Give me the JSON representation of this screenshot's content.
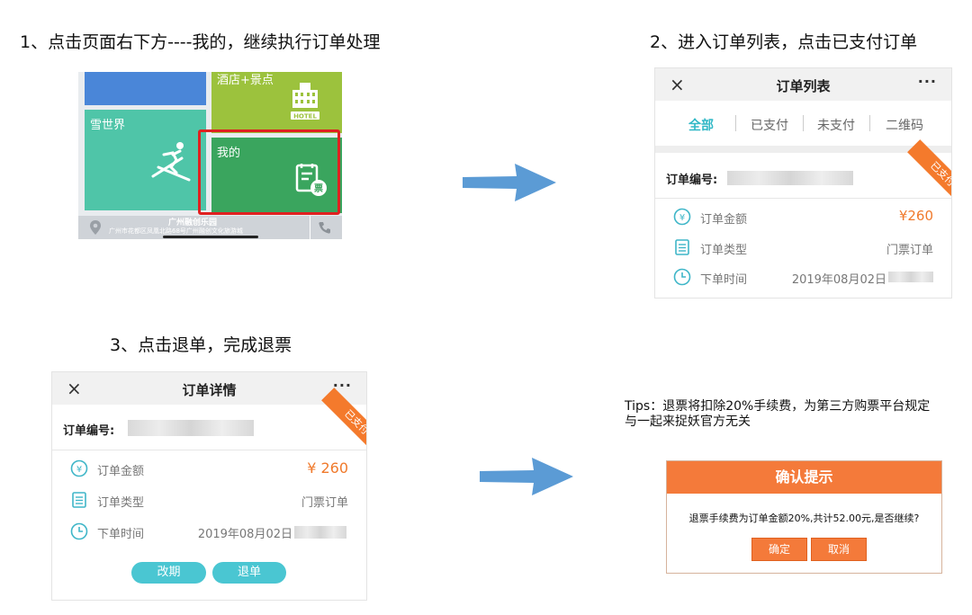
{
  "steps": {
    "step1": "1、点击页面右下方----我的，继续执行订单处理",
    "step2": "2、进入订单列表，点击已支付订单",
    "step3": "3、点击退单，完成退票"
  },
  "home": {
    "tile_lime_label": "酒店+景点",
    "hotel_badge": "HOTEL",
    "tile_teal_label": "雪世界",
    "tile_mine_label": "我的",
    "ticket_char": "票",
    "venue_name": "广州融创乐园",
    "venue_address": "广州市花都区凤凰北路68号广州融创文化旅游城"
  },
  "order_list": {
    "nav_close": "×",
    "nav_title": "订单列表",
    "nav_more": "···",
    "tabs": [
      "全部",
      "已支付",
      "未支付",
      "二维码"
    ],
    "order_no_label": "订单编号:",
    "ribbon": "已支付",
    "rows": [
      {
        "label": "订单金额",
        "value": "¥260"
      },
      {
        "label": "订单类型",
        "value": "门票订单"
      },
      {
        "label": "下单时间",
        "value": "2019年08月02日"
      }
    ],
    "colors": {
      "accent": "#31b8c6",
      "price": "#f07a2c"
    }
  },
  "order_detail": {
    "nav_close": "×",
    "nav_title": "订单详情",
    "nav_more": "···",
    "order_no_label": "订单编号:",
    "ribbon": "已支付",
    "rows": [
      {
        "label": "订单金额",
        "value": "¥ 260"
      },
      {
        "label": "订单类型",
        "value": "门票订单"
      },
      {
        "label": "下单时间",
        "value": "2019年08月02日"
      }
    ],
    "btn_change": "改期",
    "btn_refund": "退单"
  },
  "tips": {
    "line1": "Tips：退票将扣除20%手续费，为第三方购票平台规定",
    "line2": "与一起来捉妖官方无关"
  },
  "dialog": {
    "title": "确认提示",
    "message": "退票手续费为订单金额20%,共计52.00元,是否继续?",
    "ok": "确定",
    "cancel": "取消",
    "color": "#f47a3a"
  }
}
